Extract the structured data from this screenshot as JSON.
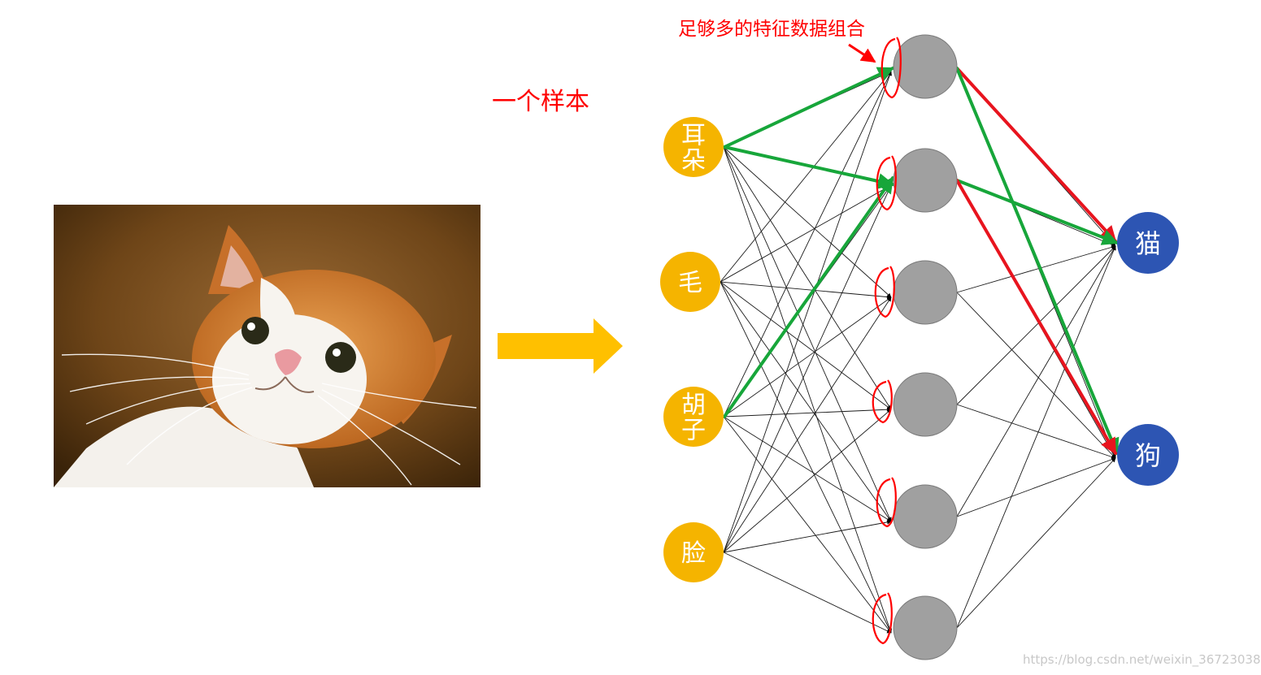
{
  "sample_label": "一个样本",
  "annotation": "足够多的特征数据组合",
  "inputs": [
    {
      "lines": [
        "耳",
        "朵"
      ]
    },
    {
      "lines": [
        "毛"
      ]
    },
    {
      "lines": [
        "胡",
        "子"
      ]
    },
    {
      "lines": [
        "脸"
      ]
    }
  ],
  "outputs": [
    {
      "label": "猫"
    },
    {
      "label": "狗"
    }
  ],
  "hidden_count": 6,
  "colors": {
    "input_fill": "#f5b400",
    "hidden_fill": "#a0a0a0",
    "output_fill": "#2d55b3",
    "highlight_green": "#17a63a",
    "highlight_red": "#e8141e",
    "annotation_red": "#ff0000",
    "arrow": "#ffc000"
  },
  "watermark": "https://blog.csdn.net/weixin_36723038"
}
